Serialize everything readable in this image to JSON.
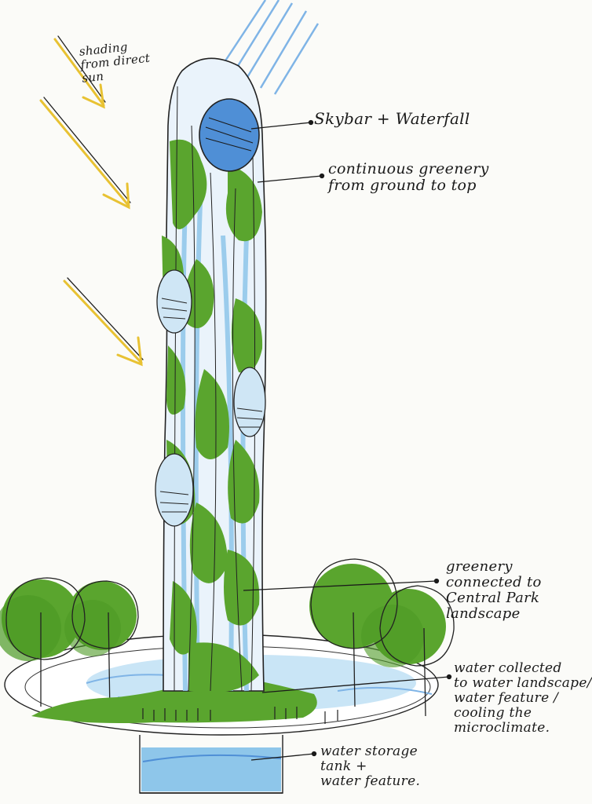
{
  "labels": {
    "shading": "shading\nfrom direct\nsun",
    "skybar": "Skybar + Waterfall",
    "greenery_top": "continuous greenery\nfrom ground to top",
    "greenery_park": "greenery\nconnected to\nCentral Park\nlandscape",
    "water_collected": "water collected\nto water landscape/\nwater feature /\ncooling the\nmicroclimate.",
    "water_storage": "water storage\ntank +\nwater feature."
  },
  "colors": {
    "ink": "#1a1a1a",
    "green": "#5aa52e",
    "green_dark": "#3e8a22",
    "water_blue": "#8ec6ea",
    "water_deep": "#4f8fd6",
    "sun_yellow": "#e8c233"
  }
}
